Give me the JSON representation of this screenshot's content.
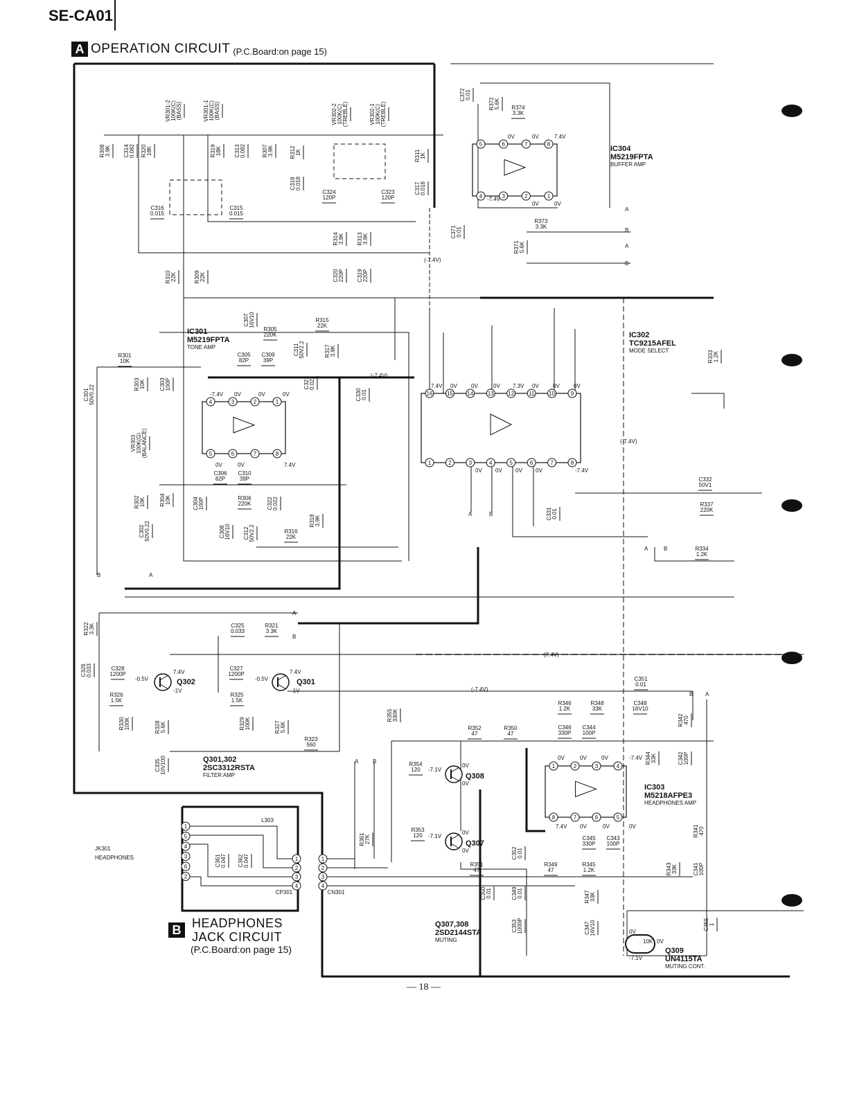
{
  "header": {
    "doc_code": "SE-CA01",
    "page_number": "— 18 —"
  },
  "section_a": {
    "letter": "A",
    "title": "OPERATION  CIRCUIT",
    "subtitle": "(P.C.Board:on page 15)"
  },
  "section_b": {
    "letter": "B",
    "title_line1": "HEADPHONES",
    "title_line2": "JACK  CIRCUIT",
    "subtitle": "(P.C.Board:on page 15)"
  },
  "blocks": [
    {
      "ref": "IC304",
      "part": "M5219FPTA",
      "function": "BUFFER AMP"
    },
    {
      "ref": "IC301",
      "part": "M5219FPTA",
      "function": "TONE AMP"
    },
    {
      "ref": "IC302",
      "part": "TC9215AFEL",
      "function": "MODE SELECT"
    },
    {
      "ref": "IC303",
      "part": "M5218AFPE3",
      "function": "HEADPHONES AMP"
    },
    {
      "ref": "Q301,302",
      "part": "2SC3312RSTA",
      "function": "FILTER AMP"
    },
    {
      "ref": "Q307,308",
      "part": "2SD2144STA",
      "function": "MUTING"
    },
    {
      "ref": "Q309",
      "part": "UN4115TA",
      "function": "MUTING CONT."
    }
  ],
  "transistors": [
    "Q302",
    "Q301",
    "Q308",
    "Q307"
  ],
  "connectors": {
    "jack_ref": "JK301",
    "jack_name": "HEADPHONES",
    "cp": "CP301",
    "cn": "CN301",
    "coil": "L303",
    "q309_resistor": "10K"
  },
  "components": [
    [
      "R308",
      "3.9K"
    ],
    [
      "C314",
      "0.082"
    ],
    [
      "R320",
      "18K"
    ],
    [
      "VR301-2",
      "100K(C)",
      "(BASS)"
    ],
    [
      "VR301-1",
      "100K(C)",
      "(BASS)"
    ],
    [
      "R319",
      "18K"
    ],
    [
      "C313",
      "0.082"
    ],
    [
      "R307",
      "3.9K"
    ],
    [
      "R312",
      "1K"
    ],
    [
      "VR302-2",
      "100K(C)",
      "(TREBLE)"
    ],
    [
      "VR302-1",
      "100K(C)",
      "(TREBLE)"
    ],
    [
      "R311",
      "1K"
    ],
    [
      "C318",
      "0.018"
    ],
    [
      "C324",
      "120P"
    ],
    [
      "C323",
      "120P"
    ],
    [
      "C317",
      "0.018"
    ],
    [
      "C316",
      "0.015"
    ],
    [
      "C315",
      "0.015"
    ],
    [
      "R314",
      "3.9K"
    ],
    [
      "R313",
      "3.9K"
    ],
    [
      "R310",
      "22K"
    ],
    [
      "R309",
      "22K"
    ],
    [
      "C320",
      "220P"
    ],
    [
      "C319",
      "220P"
    ],
    [
      "C372",
      "0.01"
    ],
    [
      "R372",
      "5.6K"
    ],
    [
      "R374",
      "3.3K"
    ],
    [
      "C371",
      "0.01"
    ],
    [
      "R373",
      "3.3K"
    ],
    [
      "R371",
      "5.6K"
    ],
    [
      "C307",
      "16V10"
    ],
    [
      "R305",
      "220K"
    ],
    [
      "R315",
      "22K"
    ],
    [
      "C311",
      "50V2.2"
    ],
    [
      "R317",
      "3.9K"
    ],
    [
      "R301",
      "10K"
    ],
    [
      "C305",
      "82P"
    ],
    [
      "C309",
      "39P"
    ],
    [
      "C301",
      "50V0.22"
    ],
    [
      "R303",
      "10K"
    ],
    [
      "C303",
      "100P"
    ],
    [
      "C321",
      "0.022"
    ],
    [
      "C330",
      "0.01"
    ],
    [
      "VR303",
      "100K(G)",
      "(BALANCE)"
    ],
    [
      "C306",
      "82P"
    ],
    [
      "C310",
      "39P"
    ],
    [
      "R306",
      "220K"
    ],
    [
      "R302",
      "10K"
    ],
    [
      "R304",
      "10K"
    ],
    [
      "C304",
      "100P"
    ],
    [
      "C322",
      "0.022"
    ],
    [
      "C308",
      "16V10"
    ],
    [
      "C312",
      "50V2.2"
    ],
    [
      "R318",
      "3.9K"
    ],
    [
      "R316",
      "22K"
    ],
    [
      "C302",
      "50V0.22"
    ],
    [
      "C331",
      "0.01"
    ],
    [
      "C332",
      "50V1"
    ],
    [
      "R337",
      "220K"
    ],
    [
      "R333",
      "1.2K"
    ],
    [
      "R334",
      "1.2K"
    ],
    [
      "R322",
      "3.3K"
    ],
    [
      "C325",
      "0.033"
    ],
    [
      "R321",
      "3.3K"
    ],
    [
      "C326",
      "0.033"
    ],
    [
      "C328",
      "1200P"
    ],
    [
      "C327",
      "1200P"
    ],
    [
      "R326",
      "1.5K"
    ],
    [
      "R325",
      "1.5K"
    ],
    [
      "R330",
      "100K"
    ],
    [
      "R328",
      "5.6K"
    ],
    [
      "R329",
      "100K"
    ],
    [
      "R327",
      "5.6K"
    ],
    [
      "R323",
      "560"
    ],
    [
      "C335",
      "10V100"
    ],
    [
      "R355",
      "330K"
    ],
    [
      "R352",
      "47"
    ],
    [
      "R350",
      "47"
    ],
    [
      "R354",
      "120"
    ],
    [
      "R353",
      "120"
    ],
    [
      "R361",
      "27K"
    ],
    [
      "R351",
      "47"
    ],
    [
      "C350",
      "0.01"
    ],
    [
      "C349",
      "0.01"
    ],
    [
      "C352",
      "0.01"
    ],
    [
      "C353",
      "1000P"
    ],
    [
      "R346",
      "1.2K"
    ],
    [
      "R348",
      "33K"
    ],
    [
      "C348",
      "16V10"
    ],
    [
      "C346",
      "330P"
    ],
    [
      "C344",
      "100P"
    ],
    [
      "C351",
      "0.01"
    ],
    [
      "R342",
      "470"
    ],
    [
      "C342",
      "100P"
    ],
    [
      "R344",
      "33K"
    ],
    [
      "C345",
      "330P"
    ],
    [
      "C343",
      "100P"
    ],
    [
      "R349",
      "47"
    ],
    [
      "R345",
      "1.2K"
    ],
    [
      "R347",
      "33K"
    ],
    [
      "C347",
      "16V10"
    ],
    [
      "R341",
      "470"
    ],
    [
      "R343",
      "33K"
    ],
    [
      "C341",
      "100P"
    ],
    [
      "C355",
      "1"
    ],
    [
      "C361",
      "0.047"
    ],
    [
      "C362",
      "0.047"
    ]
  ],
  "voltages": [
    "0V",
    "0V",
    "7.4V",
    "-7.4V",
    "0V",
    "0V",
    "-7.4V",
    "0V",
    "0V",
    "0V",
    "0V",
    "0V",
    "7.4V",
    "7.4V",
    "0V",
    "0V",
    "0V",
    "7.3V",
    "0V",
    "0V",
    "0V",
    "0V",
    "0V",
    "0V",
    "0V",
    "-7.4V",
    "7.4V",
    "-0.5V",
    "-1V",
    "7.4V",
    "-0.5V",
    "-1V",
    "-7.1V",
    "0V",
    "0V",
    "-7.1V",
    "0V",
    "0V",
    "0V",
    "0V",
    "0V",
    "-7.4V",
    "7.4V",
    "0V",
    "0V",
    "0V",
    "0V",
    "0V",
    "-7.1V",
    "(-7.4V)",
    "(-7.4V)",
    "(7.4V)",
    "(-7.4V)",
    "(-7.4V)"
  ],
  "signal_labels": [
    "A",
    "B",
    "A",
    "B",
    "A",
    "B",
    "A",
    "B",
    "B",
    "A",
    "A",
    "B",
    "A",
    "B",
    "B",
    "A"
  ]
}
